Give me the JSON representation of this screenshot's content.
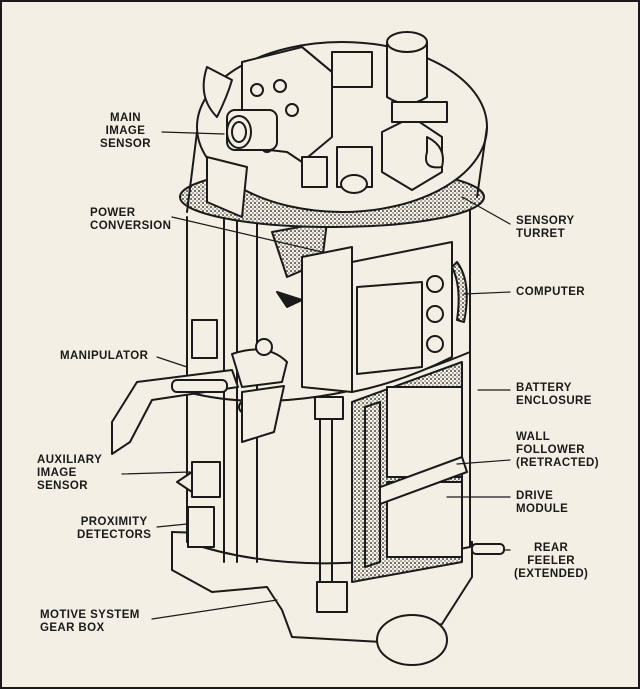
{
  "diagram": {
    "labels": {
      "main_image_sensor": [
        "MAIN",
        "IMAGE",
        "SENSOR"
      ],
      "power_conversion": [
        "POWER",
        "CONVERSION"
      ],
      "manipulator": [
        "MANIPULATOR"
      ],
      "auxiliary_image_sensor": [
        "AUXILIARY",
        "IMAGE",
        "SENSOR"
      ],
      "proximity_detectors": [
        "PROXIMITY",
        "DETECTORS"
      ],
      "motive_system_gear_box": [
        "MOTIVE SYSTEM",
        "GEAR BOX"
      ],
      "sensory_turret": [
        "SENSORY",
        "TURRET"
      ],
      "computer": [
        "COMPUTER"
      ],
      "battery_enclosure": [
        "BATTERY",
        "ENCLOSURE"
      ],
      "wall_follower": [
        "WALL",
        "FOLLOWER",
        "(RETRACTED)"
      ],
      "drive_module": [
        "DRIVE",
        "MODULE"
      ],
      "rear_feeler": [
        "REAR",
        "FEELER",
        "(EXTENDED)"
      ]
    },
    "colors": {
      "ink": "#1a1a1a",
      "paper": "#f3efe4",
      "frame": "#1a1a1a"
    }
  }
}
